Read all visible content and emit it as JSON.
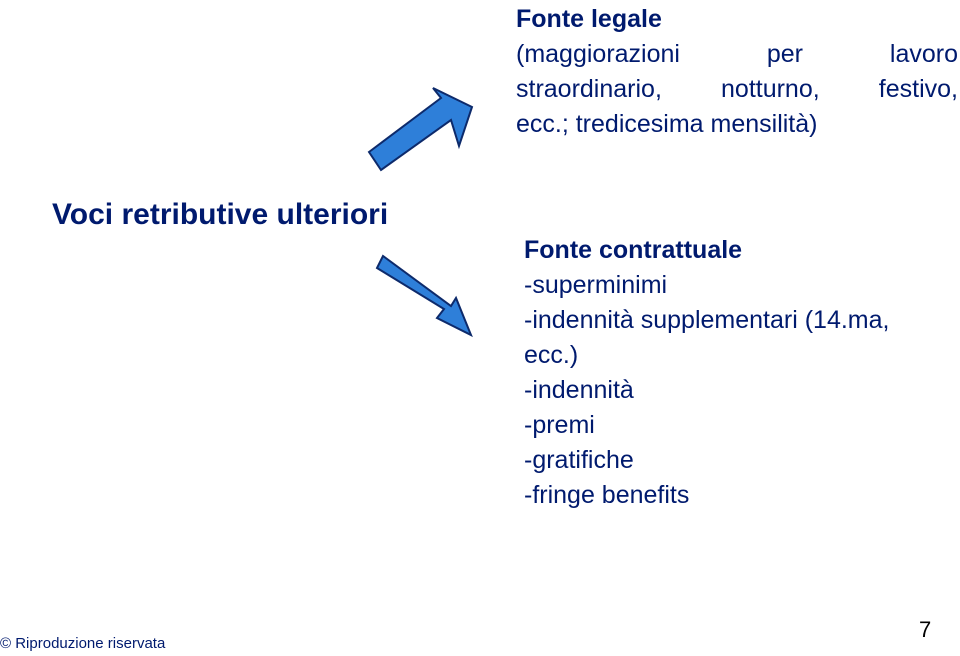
{
  "legal": {
    "title": "Fonte legale",
    "line1": "(maggiorazioni per lavoro",
    "line2": "straordinario, notturno, festivo,",
    "line3": "ecc.; tredicesima mensilità)"
  },
  "main_label": "Voci retributive ulteriori",
  "contract": {
    "title": "Fonte contrattuale",
    "items": [
      "-superminimi",
      "-indennità supplementari (14.ma,",
      "ecc.)",
      "-indennità",
      "-premi",
      "-gratifiche",
      "-fringe benefits"
    ]
  },
  "footer": "© Riproduzione riservata",
  "page_number": "7",
  "colors": {
    "text": "#001a6e",
    "arrow_fill": "#2e7fd9",
    "arrow_stroke": "#0d2a6b"
  }
}
